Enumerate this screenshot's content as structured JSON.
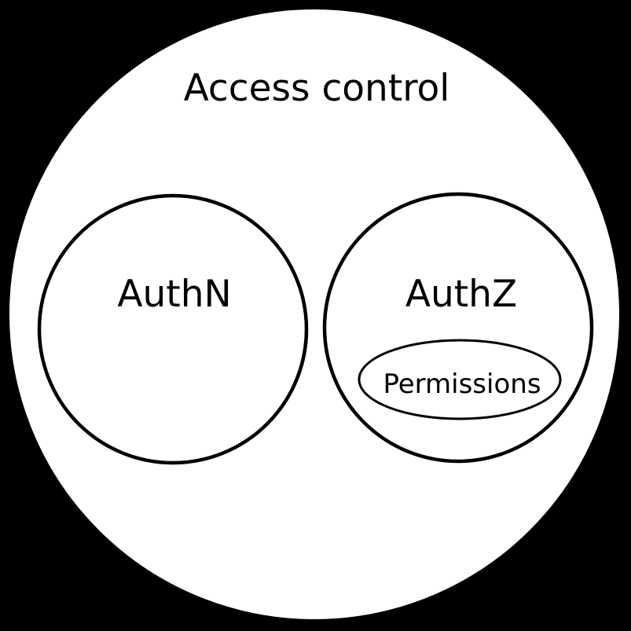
{
  "diagram": {
    "type": "venn-nesting-diagram",
    "title": "Access control",
    "sets": [
      {
        "label": "AuthN",
        "children": []
      },
      {
        "label": "AuthZ",
        "children": [
          {
            "label": "Permissions"
          }
        ]
      }
    ],
    "colors": {
      "background": "#000000",
      "set_fill": "#ffffff",
      "stroke": "#000000",
      "text": "#000000"
    }
  }
}
